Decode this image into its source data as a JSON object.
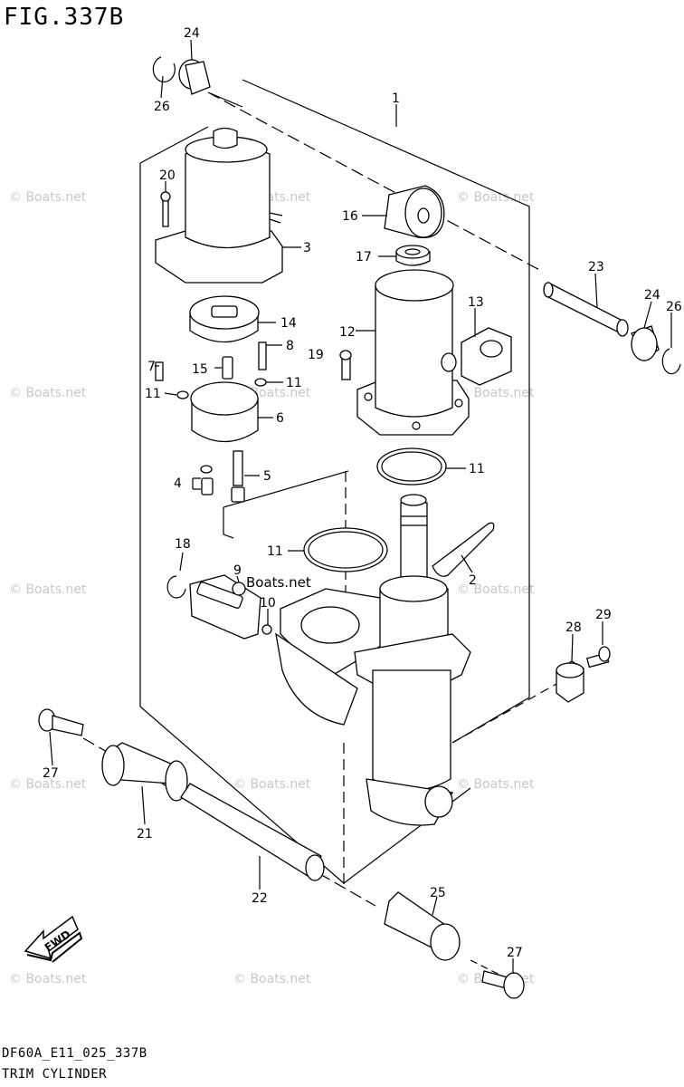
{
  "figure": {
    "title": "FIG.337B",
    "code": "DF60A_E11_025_337B",
    "caption": "TRIM CYLINDER",
    "direction_label": "FWD"
  },
  "watermark": {
    "text": "© Boats.net",
    "inline_text": "Boats.net"
  },
  "callouts": [
    "1",
    "2",
    "3",
    "4",
    "5",
    "6",
    "7",
    "8",
    "9",
    "10",
    "11",
    "11",
    "11",
    "11",
    "11",
    "12",
    "13",
    "14",
    "15",
    "16",
    "17",
    "18",
    "19",
    "20",
    "21",
    "22",
    "23",
    "24",
    "24",
    "25",
    "26",
    "26",
    "27",
    "27",
    "28",
    "29"
  ]
}
